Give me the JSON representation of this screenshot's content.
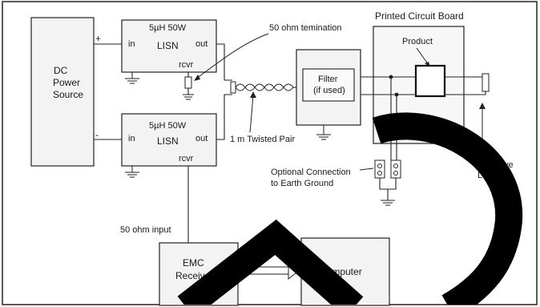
{
  "blocks": {
    "dc_source": [
      "DC",
      "Power",
      "Source"
    ],
    "plus": "+",
    "minus": "-",
    "lisn_top": {
      "rating": "5µH  50W",
      "name": "LISN",
      "in": "in",
      "out": "out",
      "rcvr": "rcvr"
    },
    "lisn_bottom": {
      "rating": "5µH  50W",
      "name": "LISN",
      "in": "in",
      "out": "out",
      "rcvr": "rcvr"
    },
    "filter": [
      "Filter",
      "(if used)"
    ],
    "pcb_title": "Printed Circuit Board",
    "product": "Product",
    "emc_receiver": [
      "EMC",
      "Receiver"
    ],
    "computer": "Computer"
  },
  "annotations": {
    "termination": "50 ohm temination",
    "twisted_pair": "1 m Twisted Pair",
    "optional_connection": [
      "Optional Connection",
      "to Earth Ground"
    ],
    "resistive_load": [
      "Resistive",
      "Load"
    ],
    "ohm_input": "50 ohm input"
  },
  "colors": {
    "box_fill": "#f3f3f3",
    "line": "#222222",
    "watermark": "#000000"
  }
}
